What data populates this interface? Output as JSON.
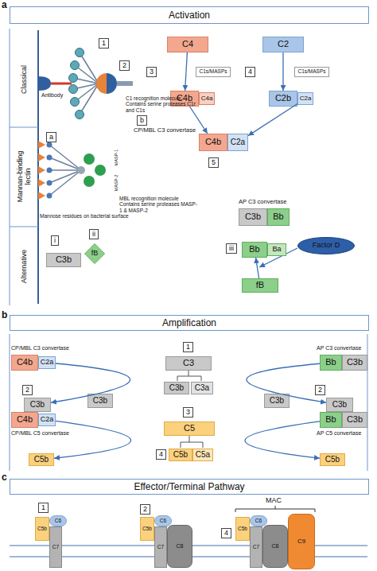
{
  "diagram": {
    "nodes": [
      {
        "text": [
          "Activation"
        ]
      },
      {
        "text": [
          "C4"
        ]
      },
      {
        "text": [
          "C2"
        ]
      },
      {
        "text": [
          "C1s/MASPs"
        ]
      },
      {
        "text": [
          "C1s/MASPs"
        ]
      },
      {
        "text": [
          "C4b"
        ]
      },
      {
        "text": [
          "C4a"
        ]
      },
      {
        "text": [
          "C2b"
        ]
      },
      {
        "text": [
          "C2a"
        ]
      },
      {
        "text": [
          "C4b"
        ]
      },
      {
        "text": [
          "C2a"
        ]
      },
      {
        "text": [
          "C3b"
        ]
      },
      {
        "text": [
          "fB"
        ]
      },
      {
        "text": [
          "C3b"
        ]
      },
      {
        "text": [
          "Bb"
        ]
      },
      {
        "text": [
          "Bb"
        ]
      },
      {
        "text": [
          "Ba"
        ]
      },
      {
        "text": [
          "Factor D"
        ]
      },
      {
        "text": [
          "fB"
        ]
      },
      {
        "text": [
          "Amplification"
        ]
      },
      {
        "text": [
          "C4b"
        ]
      },
      {
        "text": [
          "C2a"
        ]
      },
      {
        "text": [
          "C3"
        ]
      },
      {
        "text": [
          "C3b"
        ]
      },
      {
        "text": [
          "C3a"
        ]
      },
      {
        "text": [
          "Bb"
        ]
      },
      {
        "text": [
          "C3b"
        ]
      },
      {
        "text": [
          "C3b"
        ]
      },
      {
        "text": [
          "C4b"
        ]
      },
      {
        "text": [
          "C2a"
        ]
      },
      {
        "text": [
          "C3b"
        ]
      },
      {
        "text": [
          "C5"
        ]
      },
      {
        "text": [
          "C3b"
        ]
      },
      {
        "text": [
          "C3b"
        ]
      },
      {
        "text": [
          "Bb"
        ]
      },
      {
        "text": [
          "C3b"
        ]
      },
      {
        "text": [
          "C5b"
        ]
      },
      {
        "text": [
          "C5a"
        ]
      },
      {
        "text": [
          "C5b"
        ]
      },
      {
        "text": [
          "C5b"
        ]
      },
      {
        "text": [
          "Effector/Terminal Pathway"
        ]
      },
      {
        "text": [
          "C5b"
        ]
      },
      {
        "text": [
          "C6"
        ]
      },
      {
        "text": [
          "C7"
        ]
      },
      {
        "text": [
          "C5b"
        ]
      },
      {
        "text": [
          "C6"
        ]
      },
      {
        "text": [
          "C7"
        ]
      },
      {
        "text": [
          "C8"
        ]
      },
      {
        "text": [
          "C5b"
        ]
      },
      {
        "text": [
          "C6"
        ]
      },
      {
        "text": [
          "C7"
        ]
      },
      {
        "text": [
          "C8"
        ]
      },
      {
        "text": [
          "C9"
        ]
      }
    ],
    "edges": [
      {
        "from": 1,
        "to": 5,
        "arrow": "to"
      },
      {
        "from": 2,
        "to": 7,
        "arrow": "to"
      },
      {
        "from": 5,
        "to": 9,
        "arrow": "to"
      },
      {
        "from": 8,
        "to": 10,
        "arrow": "to"
      },
      {
        "from": 18,
        "to": 15,
        "arrow": "to"
      },
      {
        "from": 21,
        "to": 27,
        "arrow": "to"
      },
      {
        "from": 25,
        "to": 33,
        "arrow": "to"
      },
      {
        "from": 29,
        "to": 38,
        "arrow": "to"
      },
      {
        "from": 34,
        "to": 39,
        "arrow": "to"
      }
    ],
    "labels": [
      "a",
      "Classical",
      "Mannan-binding lectin",
      "Alternative",
      "1",
      "Antibody",
      "2",
      "C1 recognition molecule Contains serine proteases C1r and C1s",
      "a",
      "MBL recognition molecule Contains serine proteases MASP-1 & MASP-2",
      "Mannose residues on bacterial surface",
      "MASP-1",
      "MASP-2",
      "i",
      "ii",
      "3",
      "4",
      "b",
      "CP/MBL C3 convertase",
      "5",
      "AP C3 convertase",
      "iii",
      "b",
      "CP/MBL C3 convertase",
      "AP C3 convertase",
      "1",
      "2",
      "2",
      "3",
      "4",
      "CP/MBL C5 convertase",
      "AP C5 convertase",
      "c",
      "1",
      "2",
      "MAC",
      "4"
    ]
  }
}
